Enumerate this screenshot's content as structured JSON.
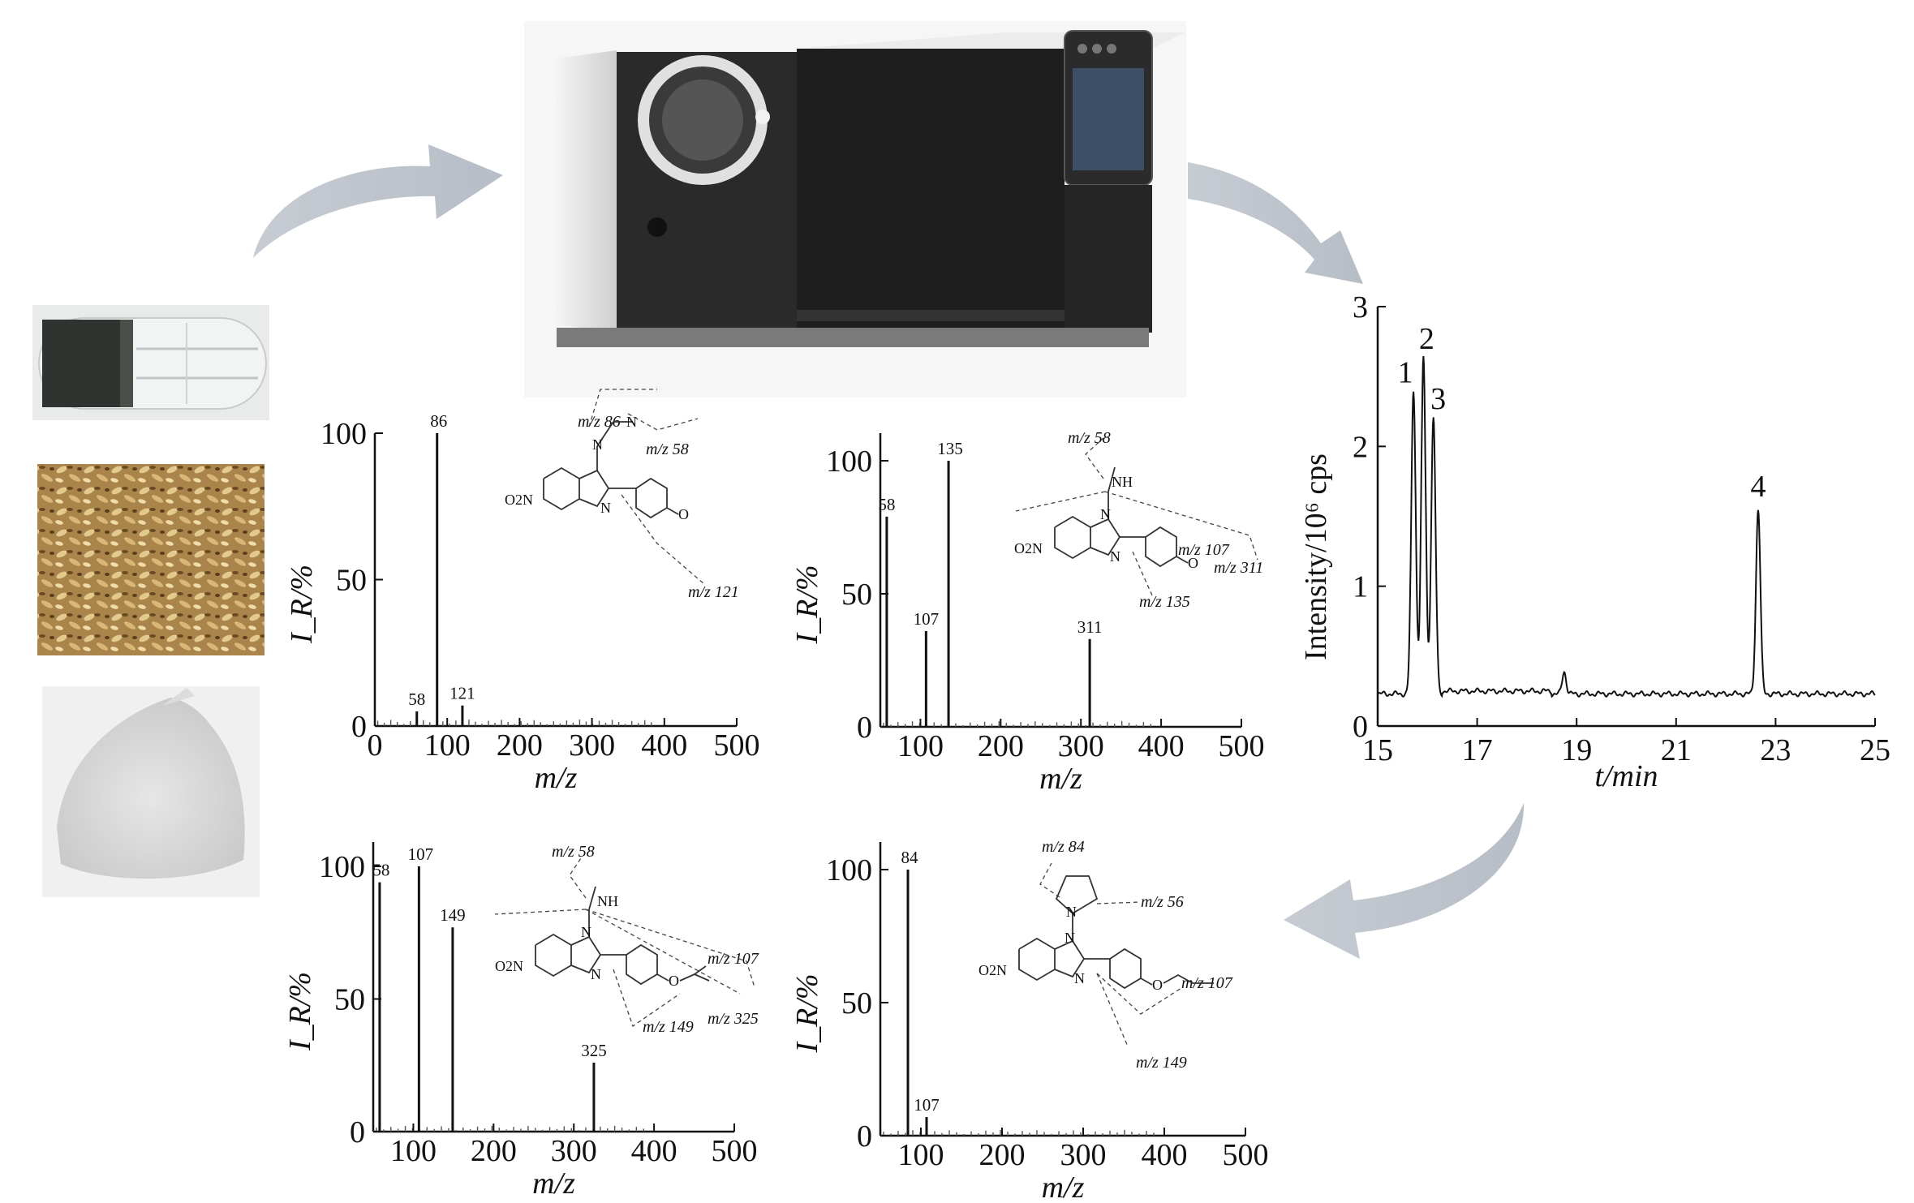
{
  "chart_data": [
    {
      "type": "bar",
      "xlabel": "m/z",
      "ylabel": "I_R/%",
      "xlim": [
        0,
        500
      ],
      "ylim": [
        0,
        100
      ],
      "xticks": [
        0,
        100,
        200,
        300,
        400,
        500
      ],
      "yticks": [
        0,
        50,
        100
      ],
      "x": [
        58,
        86,
        121
      ],
      "y": [
        5,
        100,
        7
      ],
      "peak_labels": [
        "58",
        "86",
        "121"
      ],
      "fragments": [
        "m/z 86",
        "m/z 58",
        "m/z 121"
      ],
      "atoms": [
        "N",
        "N",
        "N",
        "O2N",
        "O"
      ]
    },
    {
      "type": "bar",
      "xlabel": "m/z",
      "ylabel": "I_R/%",
      "xlim": [
        50,
        500
      ],
      "ylim": [
        0,
        100
      ],
      "xticks": [
        100,
        200,
        300,
        400,
        500
      ],
      "yticks": [
        0,
        50,
        100
      ],
      "x": [
        58,
        107,
        135,
        311
      ],
      "y": [
        79,
        36,
        100,
        33
      ],
      "peak_labels": [
        "58",
        "107",
        "135",
        "311"
      ],
      "fragments": [
        "m/z 58",
        "m/z 107",
        "m/z 311",
        "m/z 135"
      ],
      "atoms": [
        "NH",
        "N",
        "N",
        "O2N",
        "O"
      ]
    },
    {
      "type": "line",
      "xlabel": "t/min",
      "ylabel": "Intensity/10⁶ cps",
      "xlim": [
        15,
        25
      ],
      "ylim": [
        0,
        3
      ],
      "xticks": [
        15,
        17,
        19,
        21,
        23,
        25
      ],
      "yticks": [
        0,
        1,
        2,
        3
      ],
      "peaks": [
        {
          "label": "1",
          "t": 15.72,
          "height": 2.4
        },
        {
          "label": "2",
          "t": 15.92,
          "height": 2.63
        },
        {
          "label": "3",
          "t": 16.12,
          "height": 2.2
        },
        {
          "label": "4",
          "t": 22.65,
          "height": 1.55
        }
      ],
      "baseline": 0.23
    },
    {
      "type": "bar",
      "xlabel": "m/z",
      "ylabel": "I_R/%",
      "xlim": [
        50,
        500
      ],
      "ylim": [
        0,
        100
      ],
      "xticks": [
        100,
        200,
        300,
        400,
        500
      ],
      "yticks": [
        0,
        50,
        100
      ],
      "x": [
        58,
        107,
        149,
        325
      ],
      "y": [
        94,
        100,
        77,
        26
      ],
      "peak_labels": [
        "58",
        "107",
        "149",
        "325"
      ],
      "fragments": [
        "m/z 58",
        "m/z 107",
        "m/z 149",
        "m/z 325"
      ],
      "atoms": [
        "NH",
        "N",
        "N",
        "O2N",
        "O"
      ]
    },
    {
      "type": "bar",
      "xlabel": "m/z",
      "ylabel": "I_R/%",
      "xlim": [
        50,
        500
      ],
      "ylim": [
        0,
        100
      ],
      "xticks": [
        100,
        200,
        300,
        400,
        500
      ],
      "yticks": [
        0,
        50,
        100
      ],
      "x": [
        84,
        107
      ],
      "y": [
        100,
        7
      ],
      "peak_labels": [
        "84",
        "107"
      ],
      "fragments": [
        "m/z 84",
        "m/z 56",
        "m/z 107",
        "m/z 149"
      ],
      "atoms": [
        "N",
        "N",
        "N",
        "O2N",
        "O"
      ]
    }
  ],
  "colors": {
    "arrow": "#c4c9d1",
    "instrument_dark": "#1e1e1e",
    "instrument_light": "#e8e8e8",
    "powder": "#d9d9d9",
    "herbal": "#b08a4e",
    "capsule_band": "#3a3a3a"
  },
  "icons": [
    "capsule-photo",
    "herbal-material-photo",
    "white-powder-photo",
    "gc-ms-instrument-illustration",
    "process-arrow"
  ]
}
